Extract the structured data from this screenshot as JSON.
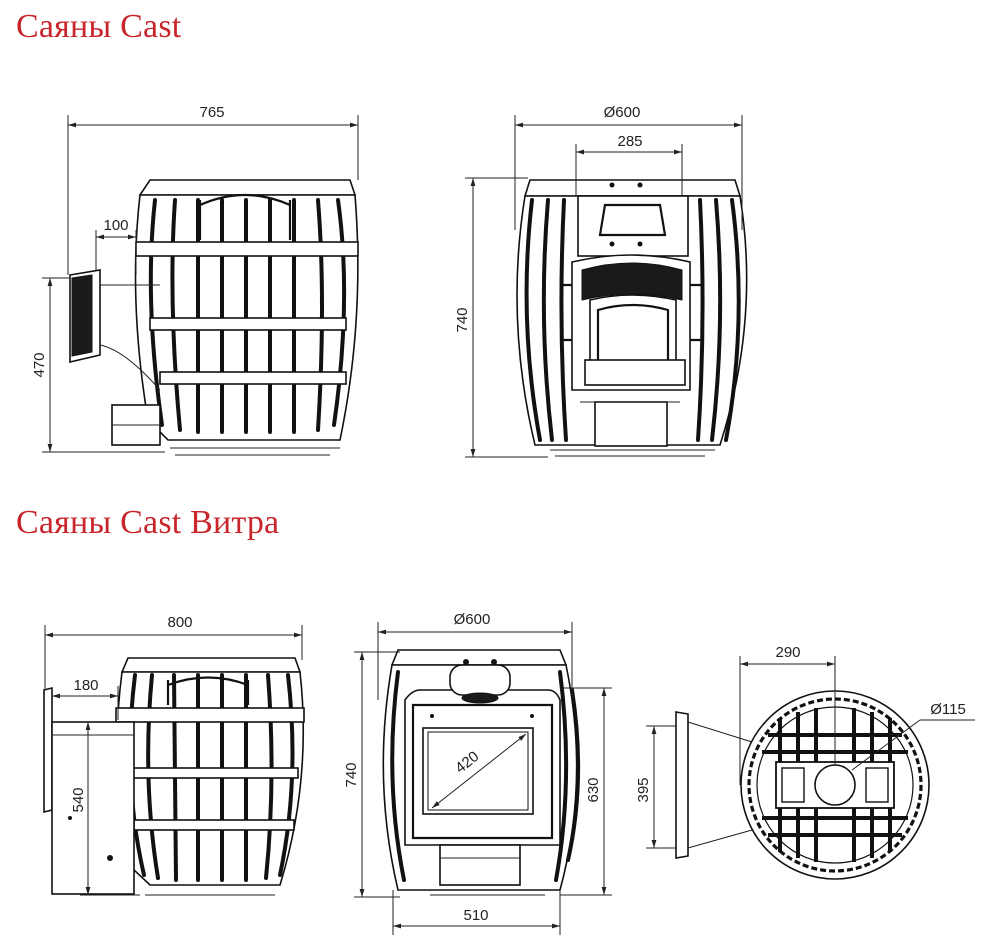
{
  "titles": {
    "cast": "Саяны Cast",
    "vitra": "Саяны Cast Витра"
  },
  "dimensions": {
    "cast_side_width": "765",
    "cast_side_offset": "100",
    "cast_side_height": "470",
    "cast_front_diameter": "Ø600",
    "cast_front_top": "285",
    "cast_front_height": "740",
    "vitra_side_width": "800",
    "vitra_side_offset": "180",
    "vitra_side_height": "540",
    "vitra_front_diameter": "Ø600",
    "vitra_front_height": "740",
    "vitra_front_glass": "420",
    "vitra_front_door_height": "630",
    "vitra_front_bottom": "510",
    "vitra_top_offset": "290",
    "vitra_top_chimney": "Ø115",
    "vitra_top_side": "395"
  }
}
